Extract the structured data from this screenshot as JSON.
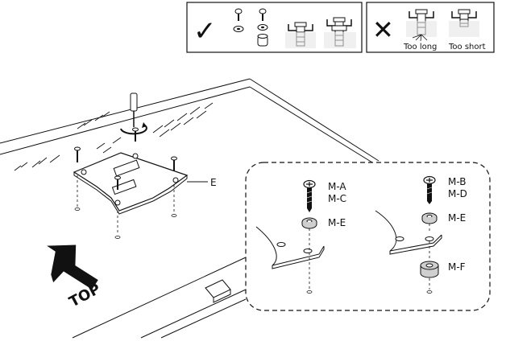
{
  "top_panel": {
    "correct_mark": "✓",
    "wrong_mark": "✕",
    "too_long": "Too long",
    "too_short": "Too short"
  },
  "main": {
    "plate_label": "E",
    "direction_label": "TOP"
  },
  "detail": {
    "left_screw_label_1": "M-A",
    "left_screw_label_2": "M-C",
    "left_washer_label": "M-E",
    "right_screw_label_1": "M-B",
    "right_screw_label_2": "M-D",
    "right_washer_label": "M-E",
    "right_spacer_label": "M-F"
  },
  "colors": {
    "line": "#111111",
    "washer_fill": "#cfcfcf",
    "shade": "#e6e6e6"
  }
}
